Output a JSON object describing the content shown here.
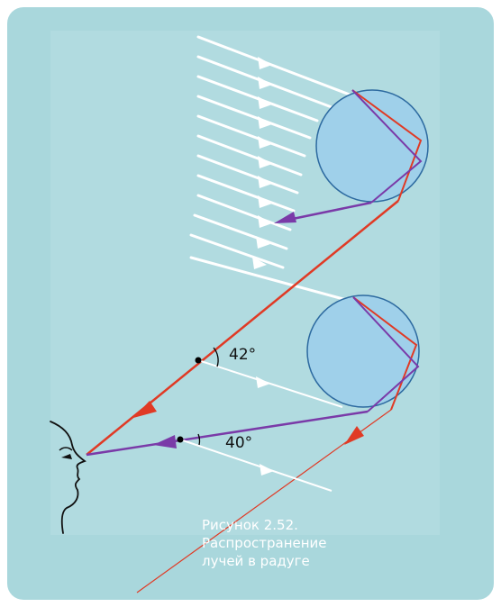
{
  "colors": {
    "background": "#a9d7dc",
    "drop_fill": "#9fd0ea",
    "drop_stroke": "#2d6aa0",
    "red_ray": "#e03a25",
    "violet_ray": "#7a3aa8",
    "white_ray": "#ffffff"
  },
  "angles": {
    "red": "42°",
    "violet": "40°"
  },
  "caption": {
    "line1": "Рисунок 2.52.",
    "line2": "Распространение",
    "line3": "лучей в радуге"
  },
  "icons": {
    "observer": "face-profile-icon",
    "drops": "water-drop-icon"
  }
}
